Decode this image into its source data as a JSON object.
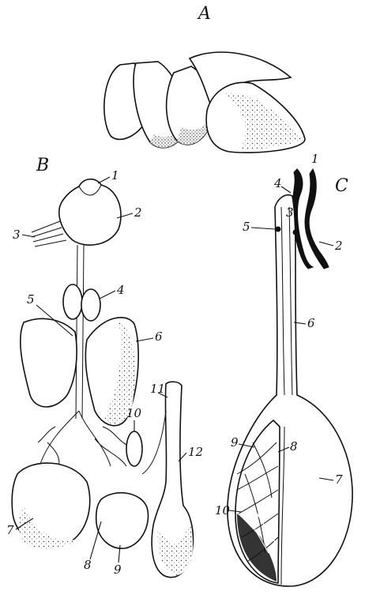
{
  "panels": {
    "A": "A",
    "B": "B",
    "C": "C"
  },
  "labels_B": [
    "1",
    "2",
    "3",
    "4",
    "5",
    "6",
    "7",
    "8",
    "9",
    "10",
    "11",
    "12"
  ],
  "labels_C": [
    "1",
    "2",
    "3",
    "4",
    "5",
    "6",
    "7",
    "8",
    "9",
    "10"
  ]
}
